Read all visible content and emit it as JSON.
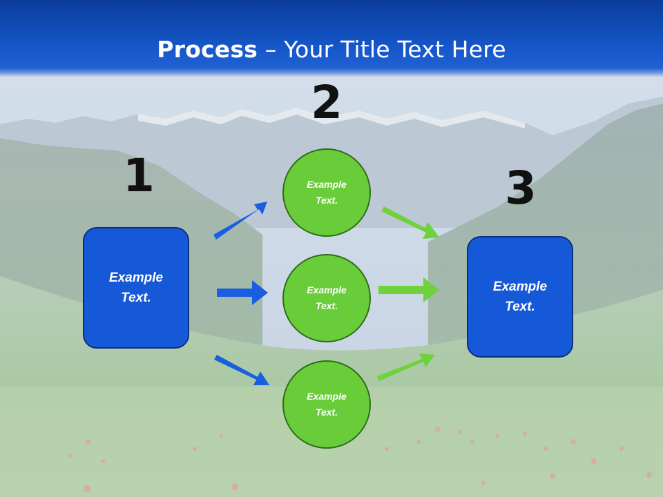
{
  "title": {
    "bold": "Process",
    "rest": " – Your Title Text Here"
  },
  "numbers": {
    "n1": "1",
    "n2": "2",
    "n3": "3"
  },
  "left_box": {
    "line1": "Example",
    "line2": "Text."
  },
  "right_box": {
    "line1": "Example",
    "line2": "Text."
  },
  "circles": [
    {
      "line1": "Example",
      "line2": "Text."
    },
    {
      "line1": "Example",
      "line2": "Text."
    },
    {
      "line1": "Example",
      "line2": "Text."
    }
  ],
  "colors": {
    "header_blue": "#1556c9",
    "box_blue": "#1559d8",
    "circle_green": "#69cd3a",
    "arrow_blue": "#1a5ee0",
    "arrow_green": "#6fd13b"
  }
}
